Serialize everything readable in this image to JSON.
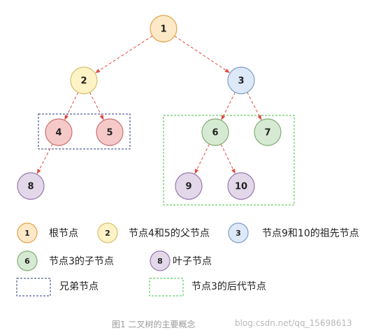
{
  "nodes": [
    {
      "id": "1",
      "fill": "#fde9c7",
      "stroke": "#e3a24a"
    },
    {
      "id": "2",
      "fill": "#fdf3c6",
      "stroke": "#d7c06a"
    },
    {
      "id": "3",
      "fill": "#dde9f8",
      "stroke": "#7d9cc8"
    },
    {
      "id": "4",
      "fill": "#f6c9c9",
      "stroke": "#c7716f"
    },
    {
      "id": "5",
      "fill": "#f6c9c9",
      "stroke": "#c7716f"
    },
    {
      "id": "6",
      "fill": "#d6ead3",
      "stroke": "#7fad72"
    },
    {
      "id": "7",
      "fill": "#d6ead3",
      "stroke": "#7fad72"
    },
    {
      "id": "8",
      "fill": "#e2d8ea",
      "stroke": "#9678ad"
    },
    {
      "id": "9",
      "fill": "#e2d8ea",
      "stroke": "#9678ad"
    },
    {
      "id": "10",
      "fill": "#e2d8ea",
      "stroke": "#9678ad"
    }
  ],
  "edges": [
    [
      "1",
      "2"
    ],
    [
      "1",
      "3"
    ],
    [
      "2",
      "4"
    ],
    [
      "2",
      "5"
    ],
    [
      "3",
      "6"
    ],
    [
      "3",
      "7"
    ],
    [
      "4",
      "8"
    ],
    [
      "6",
      "9"
    ],
    [
      "6",
      "10"
    ]
  ],
  "edge_color": "#e04a3f",
  "groups": [
    {
      "name": "siblings-box",
      "color": "#2d3a7c"
    },
    {
      "name": "descendants-box",
      "color": "#43c043"
    }
  ],
  "legend": {
    "root": {
      "number": "1",
      "label": "根节点"
    },
    "parent": {
      "number": "2",
      "label": "节点4和5的父节点"
    },
    "ancestor": {
      "number": "3",
      "label": "节点9和10的祖先节点"
    },
    "child": {
      "number": "6",
      "label": "节点3的子节点"
    },
    "leaf": {
      "number": "8",
      "label": "叶子节点"
    },
    "sibling": {
      "label": "兄弟节点"
    },
    "descendant": {
      "label": "节点3的后代节点"
    }
  },
  "caption": "图1 二叉树的主要概念",
  "watermark": "blog.csdn.net/qq_15698613"
}
